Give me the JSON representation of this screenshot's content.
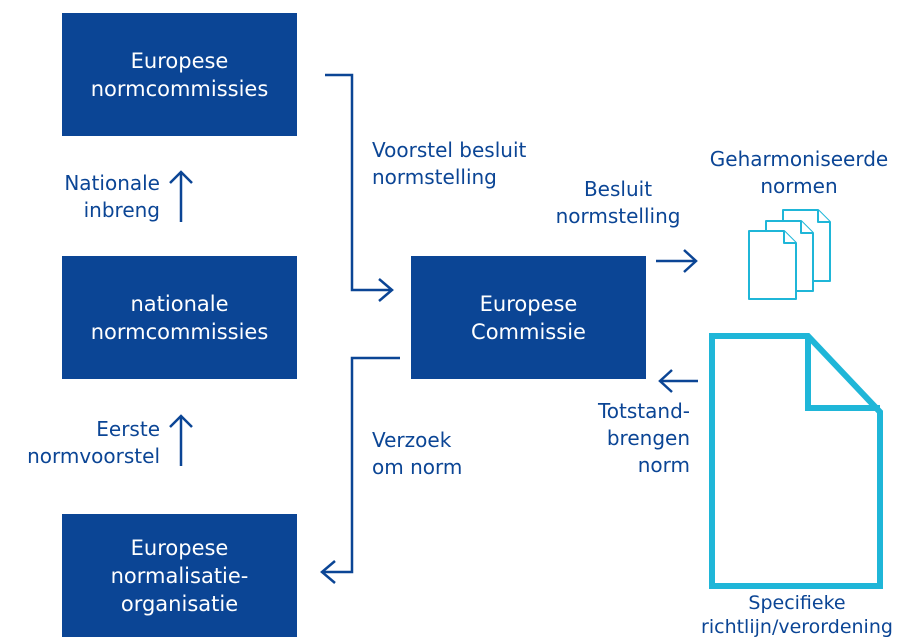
{
  "boxes": {
    "top": {
      "line1": "Europese",
      "line2": "normcommissies"
    },
    "middle": {
      "line1": "nationale",
      "line2": "normcommissies"
    },
    "bottom": {
      "line1": "Europese",
      "line2": "normalisatie-",
      "line3": "organisatie"
    },
    "center": {
      "line1": "Europese",
      "line2": "Commissie"
    }
  },
  "labels": {
    "nationale_inbreng": {
      "line1": "Nationale",
      "line2": "inbreng"
    },
    "eerste_normvoorstel": {
      "line1": "Eerste",
      "line2": "normvoorstel"
    },
    "voorstel_besluit": {
      "line1": "Voorstel besluit",
      "line2": "normstelling"
    },
    "verzoek": {
      "line1": "Verzoek",
      "line2": "om norm"
    },
    "besluit": {
      "line1": "Besluit",
      "line2": "normstelling"
    },
    "geharmoniseerde": {
      "line1": "Geharmoniseerde",
      "line2": "normen"
    },
    "totstand": {
      "line1": "Totstand-",
      "line2": "brengen",
      "line3": "norm"
    },
    "specifieke": {
      "line1": "Specifieke",
      "line2": "richtlijn/verordening"
    }
  },
  "colors": {
    "box_fill": "#0b4595",
    "text_blue": "#0b4595",
    "document_cyan": "#1fb6d8"
  },
  "icons": [
    "documents-stack-icon",
    "document-icon",
    "arrow-up-icon",
    "arrow-right-icon",
    "arrow-left-icon"
  ]
}
